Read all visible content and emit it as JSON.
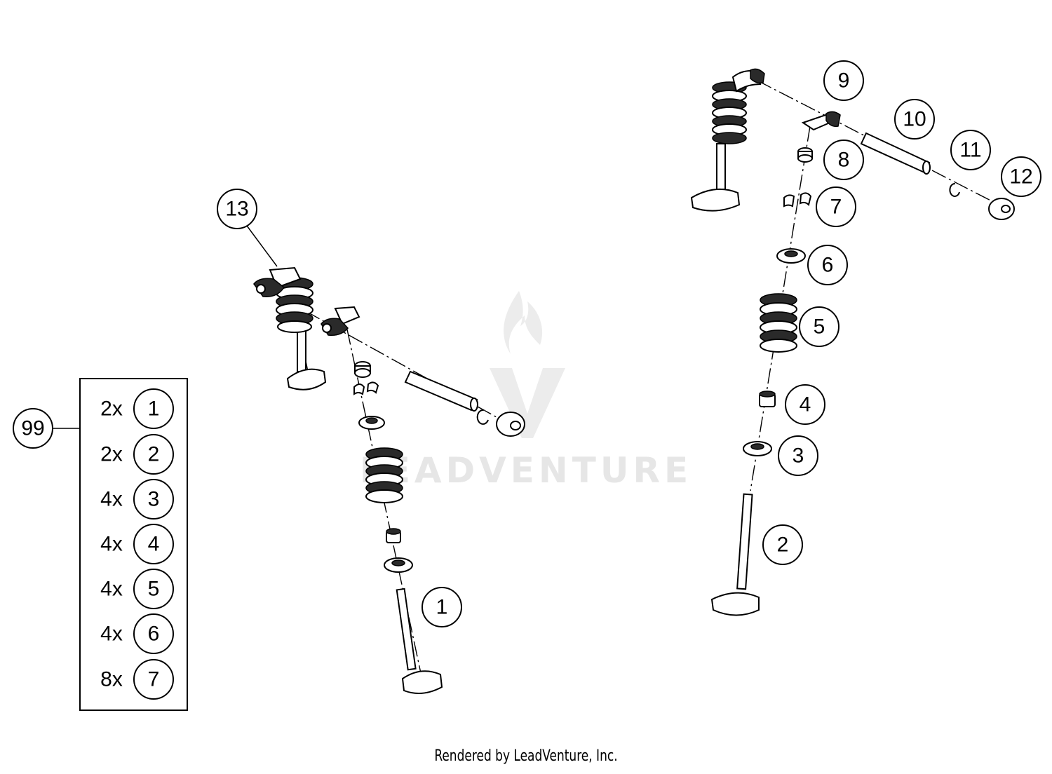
{
  "watermark": {
    "text": "LEADVENTURE"
  },
  "callouts": [
    "1",
    "2",
    "3",
    "4",
    "5",
    "6",
    "7",
    "8",
    "9",
    "10",
    "11",
    "12",
    "13"
  ],
  "kit": {
    "number": "99",
    "rows": [
      {
        "qty": "2x",
        "part": "1"
      },
      {
        "qty": "2x",
        "part": "2"
      },
      {
        "qty": "4x",
        "part": "3"
      },
      {
        "qty": "4x",
        "part": "4"
      },
      {
        "qty": "4x",
        "part": "5"
      },
      {
        "qty": "4x",
        "part": "6"
      },
      {
        "qty": "8x",
        "part": "7"
      }
    ]
  },
  "footer": {
    "text": "Rendered by LeadVenture, Inc."
  }
}
